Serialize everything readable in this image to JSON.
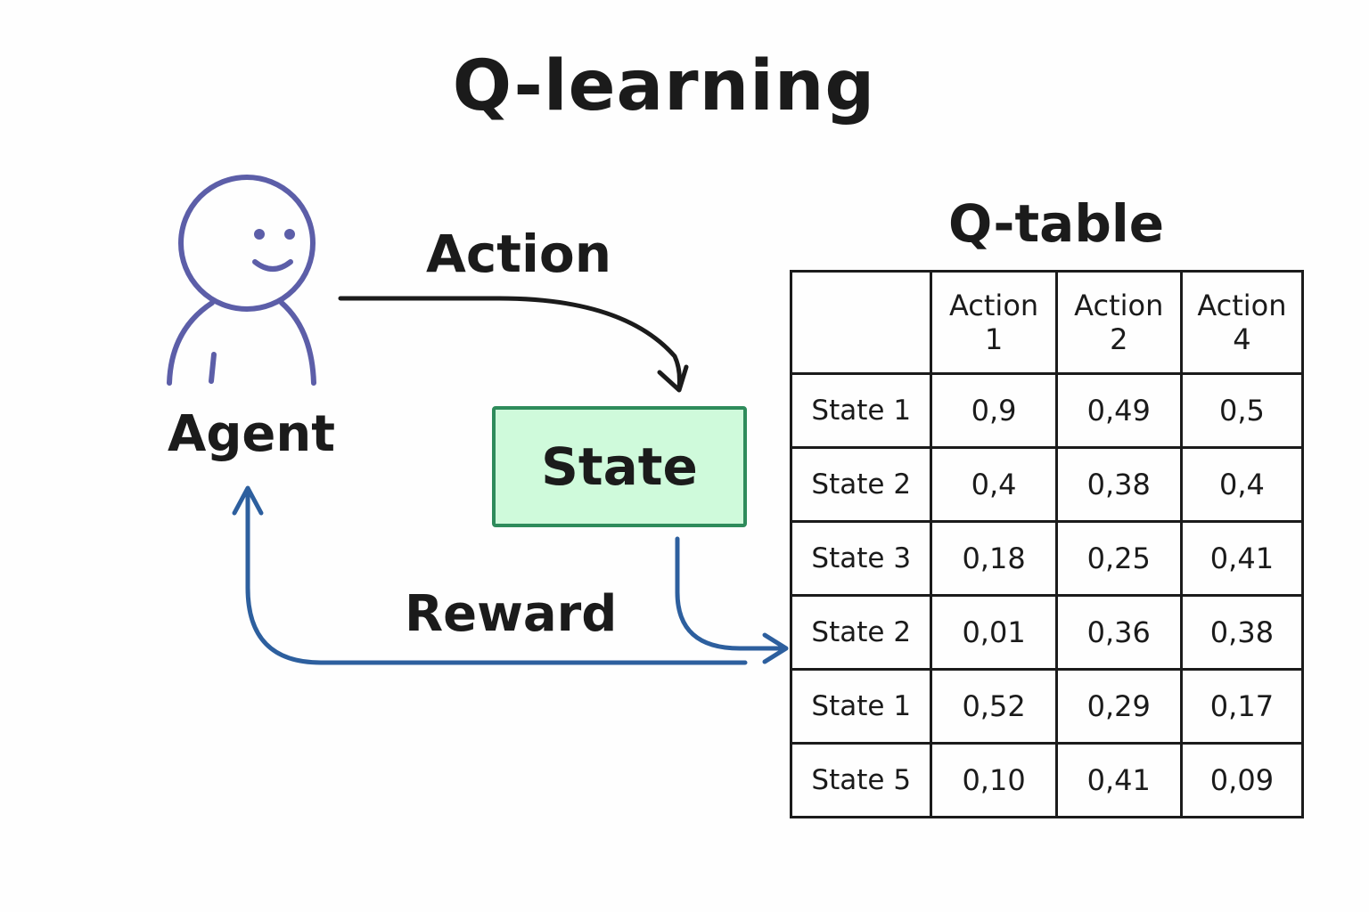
{
  "title": "Q-learning",
  "agent_label": "Agent",
  "action_label": "Action",
  "state_label": "State",
  "reward_label": "Reward",
  "qtable": {
    "title": "Q-table",
    "corner": "",
    "columns": [
      {
        "line1": "Action",
        "line2": "1"
      },
      {
        "line1": "Action",
        "line2": "2"
      },
      {
        "line1": "Action",
        "line2": "4"
      }
    ],
    "rows": [
      {
        "state": "State 1",
        "values": [
          "0,9",
          "0,49",
          "0,5"
        ]
      },
      {
        "state": "State 2",
        "values": [
          "0,4",
          "0,38",
          "0,4"
        ]
      },
      {
        "state": "State 3",
        "values": [
          "0,18",
          "0,25",
          "0,41"
        ]
      },
      {
        "state": "State 2",
        "values": [
          "0,01",
          "0,36",
          "0,38"
        ]
      },
      {
        "state": "State 1",
        "values": [
          "0,52",
          "0,29",
          "0,17"
        ]
      },
      {
        "state": "State 5",
        "values": [
          "0,10",
          "0,41",
          "0,09"
        ]
      }
    ]
  },
  "colors": {
    "agent": "#5c5ea8",
    "action_arrow": "#1b1b1b",
    "reward_arrow": "#2d5f9e",
    "state_fill": "#cffadb",
    "state_border": "#2e8b5b"
  }
}
